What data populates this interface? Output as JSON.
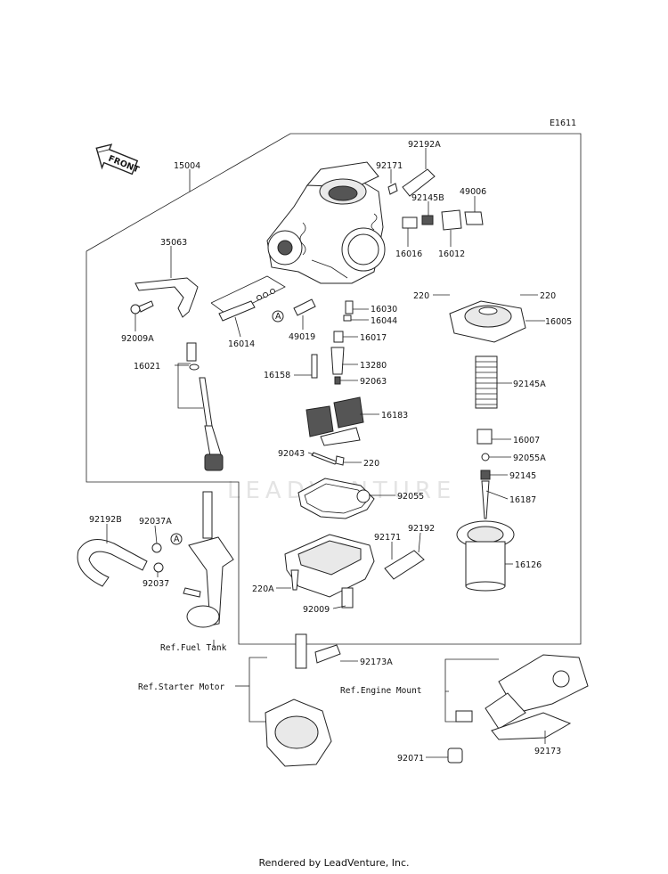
{
  "diagram_code": "E1611",
  "front_label": "FRONT",
  "watermark": "LEADVENTURE",
  "footer": "Rendered by LeadVenture, Inc.",
  "callout_a": "A",
  "parts": {
    "p15004": "15004",
    "p92192A": "92192A",
    "p92171a": "92171",
    "p49006": "49006",
    "p92145B": "92145B",
    "p16016": "16016",
    "p16012": "16012",
    "p35063": "35063",
    "p220a": "220",
    "p220b": "220",
    "p16005": "16005",
    "p16030": "16030",
    "p16044": "16044",
    "p92009A": "92009A",
    "p16014": "16014",
    "p49019": "49019",
    "p16017": "16017",
    "p16021": "16021",
    "p16158": "16158",
    "p13280": "13280",
    "p92063": "92063",
    "p92145A": "92145A",
    "p16183": "16183",
    "p16007": "16007",
    "p92043": "92043",
    "p220c": "220",
    "p92055A": "92055A",
    "p92145": "92145",
    "p16187": "16187",
    "p92055": "92055",
    "p92192B": "92192B",
    "p92037A": "92037A",
    "p92171b": "92171",
    "p92192": "92192",
    "p16126": "16126",
    "p220A": "220A",
    "p92037": "92037",
    "p92009": "92009",
    "p92173A": "92173A",
    "p92071": "92071",
    "p92173": "92173"
  },
  "refs": {
    "fuel_tank": "Ref.Fuel Tank",
    "starter_motor": "Ref.Starter Motor",
    "engine_mount": "Ref.Engine Mount"
  }
}
